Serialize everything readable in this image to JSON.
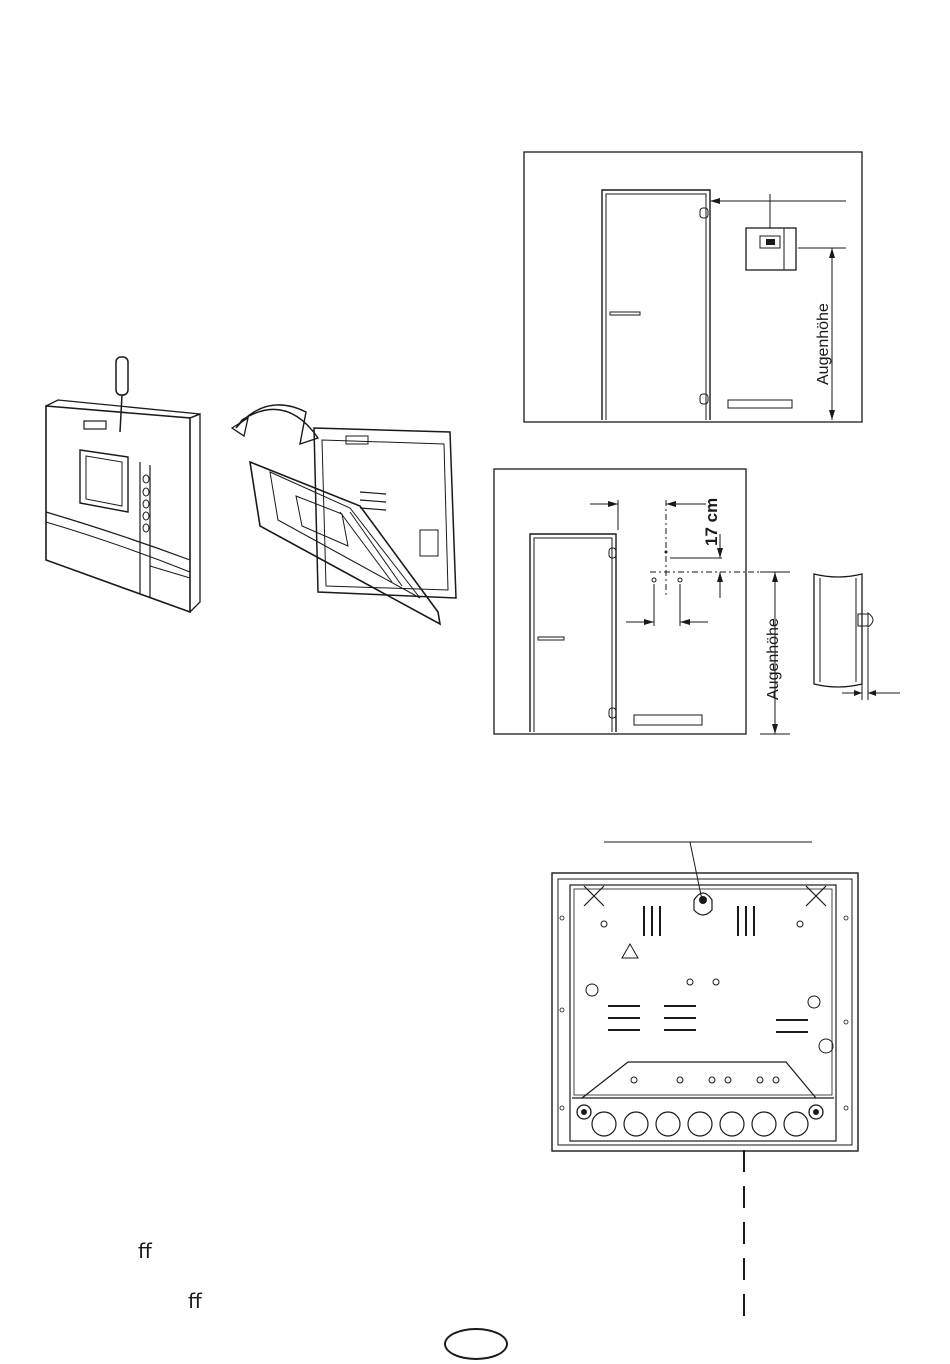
{
  "fig_top": {
    "eye_height_label": "Augenhöhe"
  },
  "fig_mid": {
    "distance_label": "17 cm",
    "eye_height_label": "Augenhöhe"
  },
  "footer": {
    "ligature_1": "ff",
    "ligature_2": "ff",
    "page_number": ""
  }
}
